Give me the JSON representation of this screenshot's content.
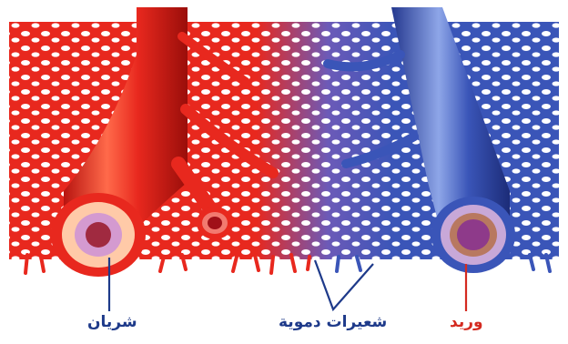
{
  "labels": {
    "artery": "شريان",
    "capillaries": "شعيرات دموية",
    "vein": "وريد"
  },
  "colors": {
    "artery_red": "#e8281e",
    "vein_blue": "#3a55b8",
    "label_blue": "#1e3a8a",
    "label_red": "#d42a20"
  }
}
